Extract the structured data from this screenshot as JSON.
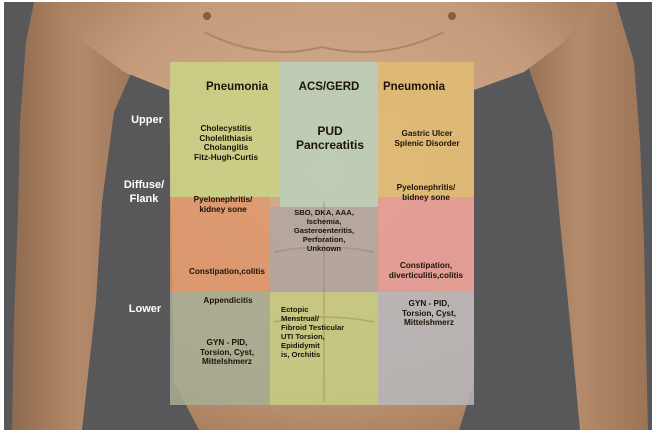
{
  "rows": {
    "upper": "Upper",
    "diffuse": "Diffuse/\nFlank",
    "lower": "Lower"
  },
  "cells": {
    "upper_left_top": "Pneumonia",
    "upper_center_top": "ACS/GERD",
    "upper_right_top": "Pneumonia",
    "upper_left": "Cholecystitis\nCholelithiasis\nCholangitis\nFitz-Hugh-Curtis",
    "upper_center": "PUD\nPancreatitis",
    "upper_right": "Gastric Ulcer\nSplenic Disorder",
    "flank_left": "Pyelonephritis/\nkidney sone",
    "flank_right": "Pyelonephritis/\nbidney sone",
    "center_mid": "SBO, DKA, AAA,\nIschemia,\nGasteroenteritis,\nPerforation,\nUnknown",
    "mid_left_low": "Constipation,colitis",
    "mid_right_low": "Constipation,\ndiverticulitis,colitis",
    "lower_left_top": "Appendicitis",
    "lower_left": "GYN - PID,\nTorsion, Cyst,\nMittelshmerz",
    "lower_center": "Ectopic\nMenstrual/\nFibroid    Testicular\nUTI         Torsion,\nEpididymit\nis, Orchitis",
    "lower_right": "GYN - PID,\nTorsion, Cyst,\nMittelshmerz"
  },
  "colors": {
    "background": "#58585a",
    "skin": "#c9a384",
    "upper_left": "#c9d585",
    "upper_center": "#b9d3bd",
    "upper_right": "#e2bd72",
    "flank_left": "#e0966a",
    "center_mid": "#aea6a2",
    "flank_right": "#e69b98",
    "lower_left": "#a7ae94",
    "lower_center": "#c4cd82",
    "lower_right": "#b7b7bb",
    "accent_bar": "#2f5cc4"
  }
}
